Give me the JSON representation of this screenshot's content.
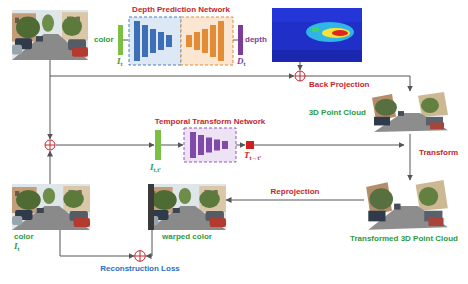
{
  "diagram": {
    "nodes": [
      {
        "text": [
          "Depth Prediction Network"
        ]
      },
      {
        "text": [
          "Temporal Transform Network"
        ]
      },
      {
        "text": [
          "3D Point Cloud"
        ]
      },
      {
        "text": [
          "Transformed 3D Point Cloud"
        ]
      },
      {
        "text": [
          "warped color"
        ]
      },
      {
        "text": [
          "color"
        ]
      },
      {
        "text": [
          "Reconstruction Loss"
        ]
      }
    ],
    "edges": [
      {
        "from": 2,
        "to": 3,
        "label": "Transform",
        "arrow": "to"
      },
      {
        "from": 3,
        "to": 4,
        "label": "Reprojection",
        "arrow": "to"
      },
      {
        "from": 5,
        "to": 6,
        "arrow": "to"
      },
      {
        "from": 4,
        "to": 6,
        "arrow": "to"
      }
    ],
    "labels": [
      "color",
      "I",
      "t",
      "depth",
      "D",
      "t",
      "Back Projection",
      "I",
      "t,t'",
      "T",
      "t→t'",
      "I",
      "t"
    ]
  }
}
